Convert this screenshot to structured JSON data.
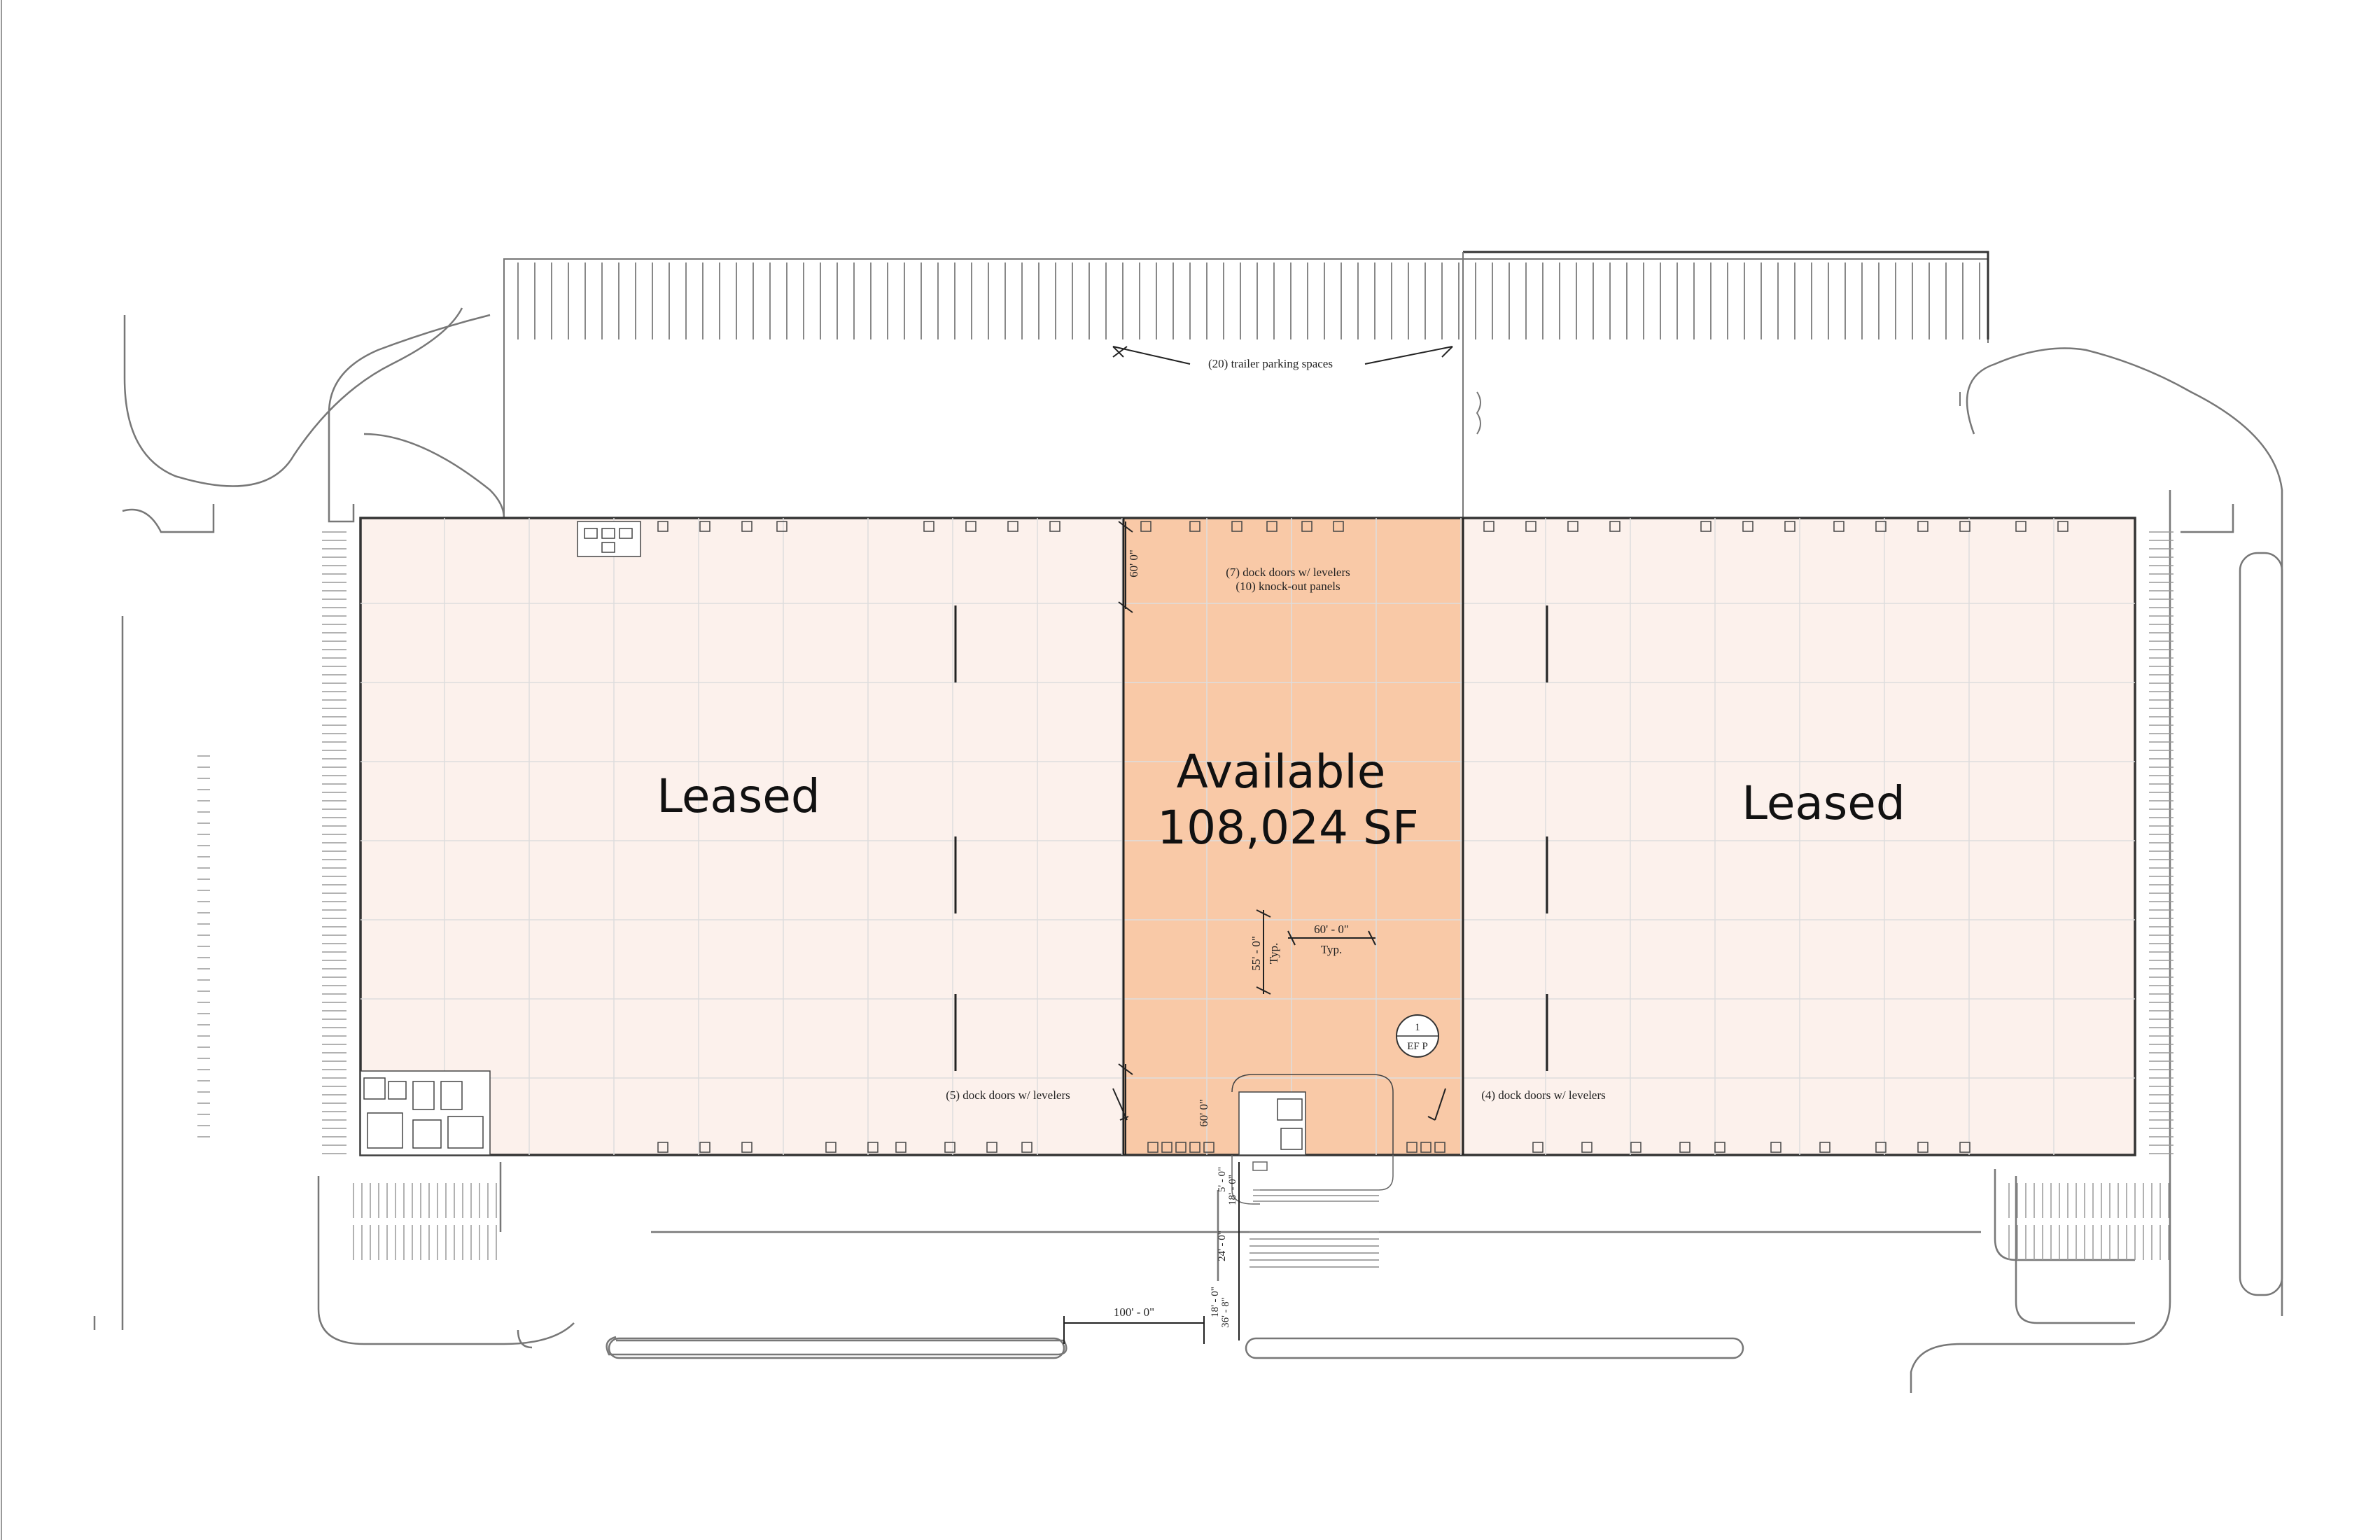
{
  "suites": {
    "west": {
      "status": "Leased"
    },
    "center": {
      "status": "Available",
      "area": "108,024 SF"
    },
    "east": {
      "status": "Leased"
    }
  },
  "annotations": {
    "trailer_parking": "(20) trailer parking spaces",
    "center_docks_line1": "(7) dock doors w/ levelers",
    "center_docks_line2": "(10) knock-out panels",
    "west_docks": "(5) dock doors w/ levelers",
    "east_docks": "(4) dock doors w/ levelers",
    "column_spacing_x": "60' - 0\"",
    "column_spacing_x_typ": "Typ.",
    "column_spacing_y": "55' - 0\"",
    "column_spacing_y_typ": "Typ.",
    "staging_top": "60' 0\"",
    "staging_bottom": "60' 0\"",
    "drive_width": "100' - 0\"",
    "panel_tag_number": "1",
    "panel_tag_label": "EF P",
    "walk_dims": [
      "5' - 0\"",
      "18' - 0\"",
      "24' - 0\"",
      "18' - 0\"",
      "36' - 8\""
    ]
  },
  "colors": {
    "leased_fill": "#fcf1ec",
    "available_fill": "#f9c9a7",
    "line": "#555555"
  }
}
